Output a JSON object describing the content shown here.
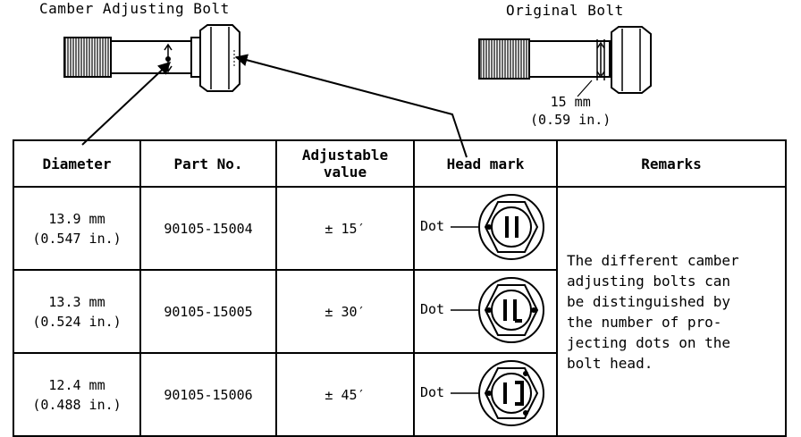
{
  "titles": {
    "camber_bolt": "Camber Adjusting Bolt",
    "original_bolt": "Original Bolt"
  },
  "measurement": {
    "mm": "15 mm",
    "inch": "(0.59 in.)"
  },
  "table": {
    "headers": [
      "Diameter",
      "Part No.",
      "Adjustable value",
      "Head mark",
      "Remarks"
    ],
    "rows": [
      {
        "diameter": "13.9 mm\n(0.547 in.)",
        "part_no": "90105-15004",
        "adjustable": "± 15′",
        "head_mark_label": "Dot",
        "dots": 1
      },
      {
        "diameter": "13.3 mm\n(0.524 in.)",
        "part_no": "90105-15005",
        "adjustable": "± 30′",
        "head_mark_label": "Dot",
        "dots": 2
      },
      {
        "diameter": "12.4 mm\n(0.488 in.)",
        "part_no": "90105-15006",
        "adjustable": "± 45′",
        "head_mark_label": "Dot",
        "dots": 3
      }
    ],
    "remarks": "The different camber\nadjusting bolts can\nbe distinguished by\nthe number of pro-\njecting dots on the\nbolt head."
  }
}
